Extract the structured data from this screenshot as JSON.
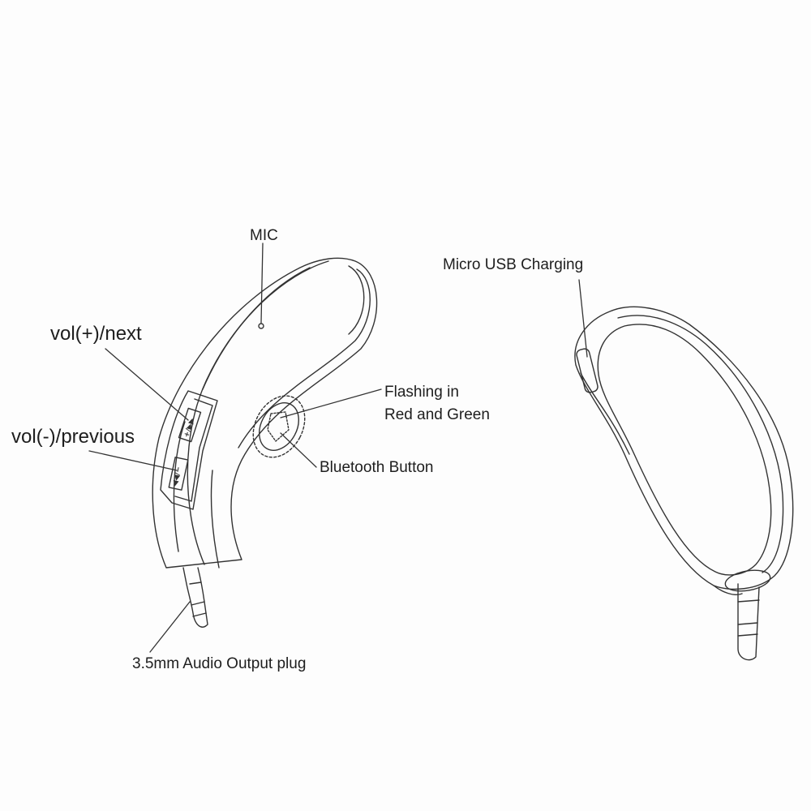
{
  "labels": {
    "mic": "MIC",
    "micro_usb": "Micro USB Charging",
    "vol_up": "vol(+)/next",
    "vol_down": "vol(-)/previous",
    "flashing_line1": "Flashing in",
    "flashing_line2": "Red and Green",
    "bluetooth_button": "Bluetooth Button",
    "audio_plug": "3.5mm Audio Output plug"
  },
  "button_glyphs": {
    "up": "+/▶▶",
    "down": "◀◀/−"
  },
  "colors": {
    "line": "#333333",
    "background": "#fdfdfd"
  }
}
